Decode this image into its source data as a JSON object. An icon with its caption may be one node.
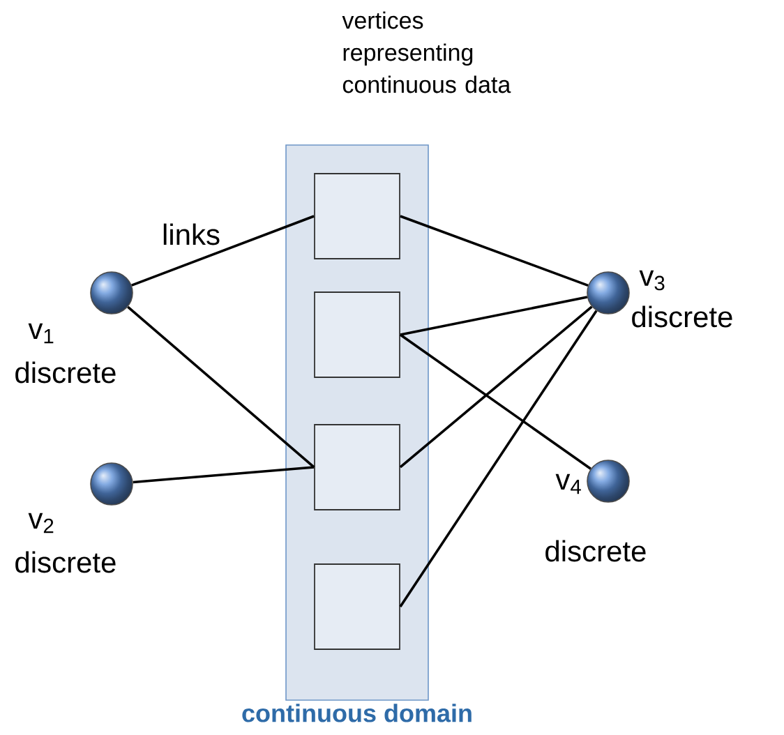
{
  "diagram": {
    "nodes": [
      {
        "text": [
          "continuous domain"
        ]
      },
      {
        "text": [],
        "shape": "box",
        "in": 0
      },
      {
        "text": [],
        "shape": "box",
        "in": 0
      },
      {
        "text": [],
        "shape": "box",
        "in": 0
      },
      {
        "text": [],
        "shape": "box",
        "in": 0
      },
      {
        "text": [],
        "shape": "circle",
        "beside": [
          "v$_{1}$",
          "discrete"
        ]
      },
      {
        "text": [],
        "shape": "circle",
        "beside": [
          "v$_{2}$",
          "discrete"
        ]
      },
      {
        "text": [],
        "shape": "circle",
        "beside": [
          "v$_{3}$",
          "discrete"
        ]
      },
      {
        "text": [],
        "shape": "circle",
        "beside": [
          "v$_{4}$",
          "discrete"
        ]
      }
    ],
    "edges": [
      {
        "from": 5,
        "to": 1,
        "arrow": "none"
      },
      {
        "from": 5,
        "to": 3,
        "arrow": "none"
      },
      {
        "from": 6,
        "to": 3,
        "arrow": "none"
      },
      {
        "from": 1,
        "to": 7,
        "arrow": "none"
      },
      {
        "from": 2,
        "to": 7,
        "arrow": "none"
      },
      {
        "from": 2,
        "to": 8,
        "arrow": "none"
      },
      {
        "from": 3,
        "to": 7,
        "arrow": "none"
      },
      {
        "from": 4,
        "to": 7,
        "arrow": "none"
      }
    ],
    "labels": [
      "vertices representing continuous data",
      "links"
    ]
  }
}
